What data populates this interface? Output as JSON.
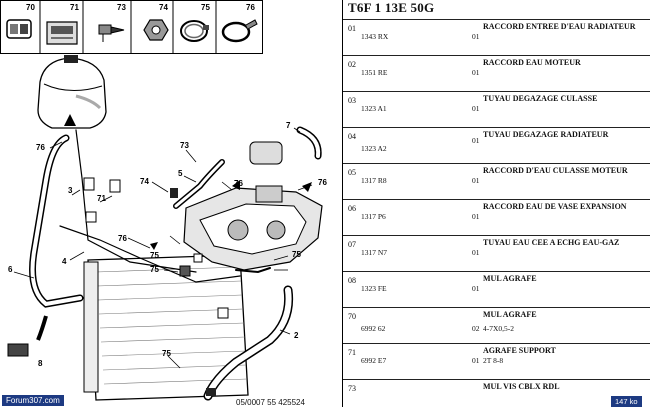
{
  "document": {
    "title": "T6F 1 13E 50G"
  },
  "legend": {
    "items": [
      {
        "num": "70",
        "icon": "clip-icon"
      },
      {
        "num": "71",
        "icon": "bracket-clip-icon"
      },
      {
        "num": "73",
        "icon": "screw-icon"
      },
      {
        "num": "74",
        "icon": "nut-icon"
      },
      {
        "num": "75",
        "icon": "hose-clamp-icon"
      },
      {
        "num": "76",
        "icon": "spring-clamp-icon"
      }
    ]
  },
  "diagram": {
    "callouts": [
      "76",
      "3",
      "71",
      "4",
      "6",
      "8",
      "73",
      "5",
      "74",
      "76",
      "7",
      "76",
      "76",
      "75",
      "75",
      "75",
      "2",
      "75"
    ]
  },
  "parts": [
    {
      "no": "01",
      "ref": "1343 RX",
      "qty": "01",
      "desc": "RACCORD ENTREE D'EAU RADIATEUR",
      "desc2": ""
    },
    {
      "no": "02",
      "ref": "1351 RE",
      "qty": "01",
      "desc": "RACCORD EAU MOTEUR",
      "desc2": ""
    },
    {
      "no": "03",
      "ref": "1323 A1",
      "qty": "01",
      "desc": "TUYAU DEGAZAGE CULASSE",
      "desc2": ""
    },
    {
      "no": "04",
      "ref": "1323 A2",
      "qty": "01",
      "desc": "TUYAU DEGAZAGE RADIATEUR",
      "desc2": ""
    },
    {
      "no": "05",
      "ref": "1317 R8",
      "qty": "01",
      "desc": "RACCORD D'EAU CULASSE MOTEUR",
      "desc2": ""
    },
    {
      "no": "06",
      "ref": "1317 P6",
      "qty": "01",
      "desc": "RACCORD EAU DE VASE EXPANSION",
      "desc2": ""
    },
    {
      "no": "07",
      "ref": "1317 N7",
      "qty": "01",
      "desc": "TUYAU EAU CEE A ECHG EAU-GAZ",
      "desc2": ""
    },
    {
      "no": "08",
      "ref": "1323 FE",
      "qty": "01",
      "desc": "MUL AGRAFE",
      "desc2": ""
    },
    {
      "no": "70",
      "ref": "6992 62",
      "qty": "02",
      "desc": "MUL AGRAFE",
      "desc2": "4-7X0,5-2"
    },
    {
      "no": "71",
      "ref": "6992 E7",
      "qty": "01",
      "desc": "AGRAFE SUPPORT",
      "desc2": "2T 8-8"
    },
    {
      "no": "73",
      "ref": "",
      "qty": "",
      "desc": "MUL VIS CBLX RDL",
      "desc2": ""
    }
  ],
  "badges": {
    "forum": "Forum307.com",
    "code": "05/0007  55 425524",
    "size": "147 ko"
  },
  "colors": {
    "badge_bg": "#1d3a82",
    "ink": "#111111"
  }
}
